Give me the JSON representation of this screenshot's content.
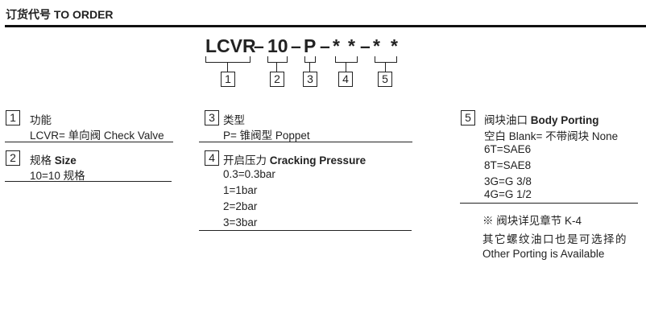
{
  "header": {
    "title": "订货代号 TO ORDER"
  },
  "code": {
    "parts": [
      "LCVR",
      "–",
      "10",
      "–",
      "P",
      "–",
      "*",
      "*",
      "–",
      "*",
      "*"
    ],
    "boxes": [
      "1",
      "2",
      "3",
      "4",
      "5"
    ]
  },
  "sections": [
    {
      "num": "1",
      "title_cn": "功能",
      "title_en": "",
      "lines": [
        "LCVR= 单向阀 Check Valve"
      ]
    },
    {
      "num": "2",
      "title_cn": "规格",
      "title_en": "Size",
      "lines": [
        "10=10 规格"
      ]
    },
    {
      "num": "3",
      "title_cn": "类型",
      "title_en": "",
      "lines": [
        "P= 锥阀型 Poppet"
      ]
    },
    {
      "num": "4",
      "title_cn": "开启压力",
      "title_en": "Cracking Pressure",
      "lines": [
        "0.3=0.3bar",
        "1=1bar",
        "2=2bar",
        "3=3bar"
      ]
    },
    {
      "num": "5",
      "title_cn": "阀块油口",
      "title_en": "Body Porting",
      "lines": [
        "空白 Blank= 不带阀块 None",
        "6T=SAE6",
        "8T=SAE8",
        "3G=G 3/8",
        "4G=G 1/2"
      ]
    }
  ],
  "notes": [
    "※ 阀块详见章节 K-4",
    "其它螺纹油口也是可选择的",
    "Other Porting is Available"
  ]
}
